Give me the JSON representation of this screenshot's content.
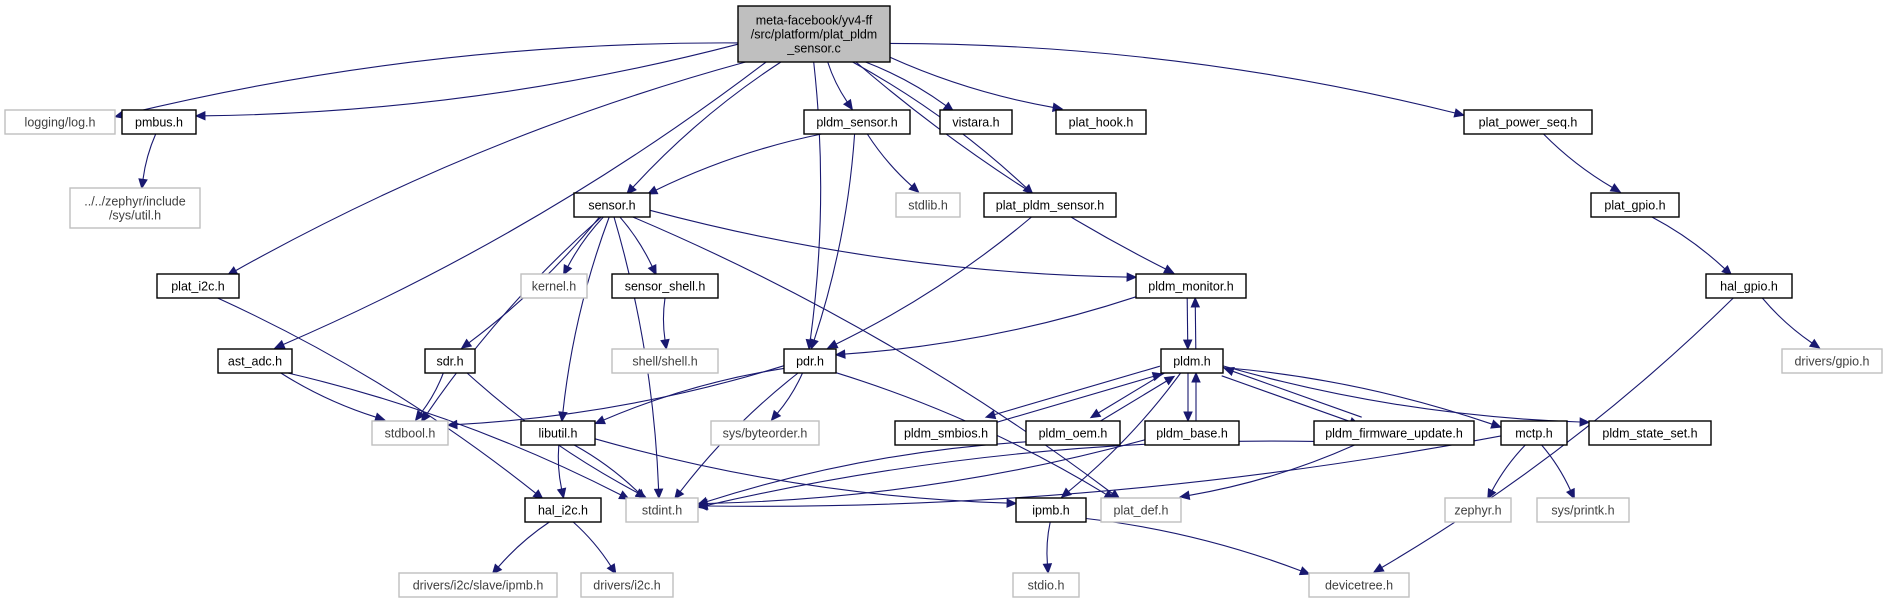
{
  "colors": {
    "edge": "#191970",
    "border_local": "#000000",
    "border_external": "#bfbfbf",
    "root_fill": "#bfbfbf",
    "fill": "#ffffff"
  },
  "nodes": [
    {
      "id": "root",
      "label": [
        "meta-facebook/yv4-ff",
        "/src/platform/plat_pldm",
        "_sensor.c"
      ],
      "kind": "root"
    },
    {
      "id": "log",
      "label": [
        "logging/log.h"
      ],
      "kind": "external"
    },
    {
      "id": "pmbus",
      "label": [
        "pmbus.h"
      ],
      "kind": "local"
    },
    {
      "id": "util",
      "label": [
        "../../zephyr/include",
        "/sys/util.h"
      ],
      "kind": "external"
    },
    {
      "id": "plat_i2c",
      "label": [
        "plat_i2c.h"
      ],
      "kind": "local"
    },
    {
      "id": "ast_adc",
      "label": [
        "ast_adc.h"
      ],
      "kind": "local"
    },
    {
      "id": "sensor",
      "label": [
        "sensor.h"
      ],
      "kind": "local"
    },
    {
      "id": "pldm_sensor",
      "label": [
        "pldm_sensor.h"
      ],
      "kind": "local"
    },
    {
      "id": "vistara",
      "label": [
        "vistara.h"
      ],
      "kind": "local"
    },
    {
      "id": "plat_hook",
      "label": [
        "plat_hook.h"
      ],
      "kind": "local"
    },
    {
      "id": "plat_power_seq",
      "label": [
        "plat_power_seq.h"
      ],
      "kind": "local"
    },
    {
      "id": "stdlib",
      "label": [
        "stdlib.h"
      ],
      "kind": "external"
    },
    {
      "id": "plat_pldm_sensor",
      "label": [
        "plat_pldm_sensor.h"
      ],
      "kind": "local"
    },
    {
      "id": "plat_gpio",
      "label": [
        "plat_gpio.h"
      ],
      "kind": "local"
    },
    {
      "id": "hal_gpio",
      "label": [
        "hal_gpio.h"
      ],
      "kind": "local"
    },
    {
      "id": "drivers_gpio",
      "label": [
        "drivers/gpio.h"
      ],
      "kind": "external"
    },
    {
      "id": "kernel",
      "label": [
        "kernel.h"
      ],
      "kind": "external"
    },
    {
      "id": "sensor_shell",
      "label": [
        "sensor_shell.h"
      ],
      "kind": "local"
    },
    {
      "id": "shell",
      "label": [
        "shell/shell.h"
      ],
      "kind": "external"
    },
    {
      "id": "pldm_monitor",
      "label": [
        "pldm_monitor.h"
      ],
      "kind": "local"
    },
    {
      "id": "sdr",
      "label": [
        "sdr.h"
      ],
      "kind": "local"
    },
    {
      "id": "pdr",
      "label": [
        "pdr.h"
      ],
      "kind": "local"
    },
    {
      "id": "pldm",
      "label": [
        "pldm.h"
      ],
      "kind": "local"
    },
    {
      "id": "stdbool",
      "label": [
        "stdbool.h"
      ],
      "kind": "external"
    },
    {
      "id": "libutil",
      "label": [
        "libutil.h"
      ],
      "kind": "local"
    },
    {
      "id": "byteorder",
      "label": [
        "sys/byteorder.h"
      ],
      "kind": "external"
    },
    {
      "id": "pldm_smbios",
      "label": [
        "pldm_smbios.h"
      ],
      "kind": "local"
    },
    {
      "id": "pldm_oem",
      "label": [
        "pldm_oem.h"
      ],
      "kind": "local"
    },
    {
      "id": "pldm_base",
      "label": [
        "pldm_base.h"
      ],
      "kind": "local"
    },
    {
      "id": "pldm_fw",
      "label": [
        "pldm_firmware_update.h"
      ],
      "kind": "local"
    },
    {
      "id": "mctp",
      "label": [
        "mctp.h"
      ],
      "kind": "local"
    },
    {
      "id": "pldm_state_set",
      "label": [
        "pldm_state_set.h"
      ],
      "kind": "local"
    },
    {
      "id": "hal_i2c",
      "label": [
        "hal_i2c.h"
      ],
      "kind": "local"
    },
    {
      "id": "stdint",
      "label": [
        "stdint.h"
      ],
      "kind": "external"
    },
    {
      "id": "ipmb",
      "label": [
        "ipmb.h"
      ],
      "kind": "local"
    },
    {
      "id": "plat_def",
      "label": [
        "plat_def.h"
      ],
      "kind": "external"
    },
    {
      "id": "zephyr",
      "label": [
        "zephyr.h"
      ],
      "kind": "external"
    },
    {
      "id": "printk",
      "label": [
        "sys/printk.h"
      ],
      "kind": "external"
    },
    {
      "id": "drivers_i2c_slave",
      "label": [
        "drivers/i2c/slave/ipmb.h"
      ],
      "kind": "external"
    },
    {
      "id": "drivers_i2c",
      "label": [
        "drivers/i2c.h"
      ],
      "kind": "external"
    },
    {
      "id": "stdio",
      "label": [
        "stdio.h"
      ],
      "kind": "external"
    },
    {
      "id": "devicetree",
      "label": [
        "devicetree.h"
      ],
      "kind": "external"
    }
  ],
  "edges": [
    [
      "root",
      "log"
    ],
    [
      "root",
      "pmbus"
    ],
    [
      "root",
      "plat_i2c"
    ],
    [
      "root",
      "ast_adc"
    ],
    [
      "root",
      "sensor"
    ],
    [
      "root",
      "pdr"
    ],
    [
      "root",
      "pldm_sensor"
    ],
    [
      "root",
      "vistara"
    ],
    [
      "root",
      "plat_hook"
    ],
    [
      "root",
      "plat_pldm_sensor"
    ],
    [
      "root",
      "pldm_monitor"
    ],
    [
      "root",
      "plat_power_seq"
    ],
    [
      "pmbus",
      "util"
    ],
    [
      "plat_i2c",
      "hal_i2c"
    ],
    [
      "ast_adc",
      "stdbool"
    ],
    [
      "ast_adc",
      "stdint"
    ],
    [
      "pldm_sensor",
      "sensor"
    ],
    [
      "pldm_sensor",
      "pdr"
    ],
    [
      "pldm_sensor",
      "stdlib"
    ],
    [
      "plat_pldm_sensor",
      "pdr"
    ],
    [
      "plat_power_seq",
      "plat_gpio"
    ],
    [
      "plat_gpio",
      "hal_gpio"
    ],
    [
      "hal_gpio",
      "drivers_gpio"
    ],
    [
      "hal_gpio",
      "devicetree"
    ],
    [
      "sensor",
      "kernel"
    ],
    [
      "sensor",
      "sensor_shell"
    ],
    [
      "sensor",
      "pldm_monitor"
    ],
    [
      "sensor",
      "sdr"
    ],
    [
      "sensor",
      "stdbool"
    ],
    [
      "sensor",
      "stdint"
    ],
    [
      "sensor",
      "libutil"
    ],
    [
      "sensor",
      "plat_def"
    ],
    [
      "sensor_shell",
      "shell"
    ],
    [
      "pldm_monitor",
      "pdr"
    ],
    [
      "pldm_monitor",
      "pldm"
    ],
    [
      "sdr",
      "stdbool"
    ],
    [
      "sdr",
      "stdint"
    ],
    [
      "pdr",
      "stdbool"
    ],
    [
      "pdr",
      "libutil"
    ],
    [
      "pdr",
      "byteorder"
    ],
    [
      "pdr",
      "stdint"
    ],
    [
      "pdr",
      "plat_def"
    ],
    [
      "pldm",
      "pldm_monitor"
    ],
    [
      "pldm",
      "pldm_smbios"
    ],
    [
      "pldm",
      "pldm_oem"
    ],
    [
      "pldm",
      "pldm_base"
    ],
    [
      "pldm",
      "pldm_fw"
    ],
    [
      "pldm",
      "mctp"
    ],
    [
      "pldm",
      "pldm_state_set"
    ],
    [
      "pldm",
      "ipmb"
    ],
    [
      "pldm_smbios",
      "pldm"
    ],
    [
      "pldm_oem",
      "pldm"
    ],
    [
      "pldm_base",
      "pldm"
    ],
    [
      "pldm_fw",
      "pldm"
    ],
    [
      "pldm_oem",
      "stdint"
    ],
    [
      "pldm_base",
      "stdint"
    ],
    [
      "pldm_fw",
      "stdint"
    ],
    [
      "pldm_fw",
      "plat_def"
    ],
    [
      "libutil",
      "hal_i2c"
    ],
    [
      "libutil",
      "stdint"
    ],
    [
      "libutil",
      "ipmb"
    ],
    [
      "mctp",
      "stdint"
    ],
    [
      "mctp",
      "zephyr"
    ],
    [
      "mctp",
      "printk"
    ],
    [
      "hal_i2c",
      "drivers_i2c_slave"
    ],
    [
      "hal_i2c",
      "drivers_i2c"
    ],
    [
      "ipmb",
      "stdio"
    ],
    [
      "ipmb",
      "devicetree"
    ]
  ]
}
